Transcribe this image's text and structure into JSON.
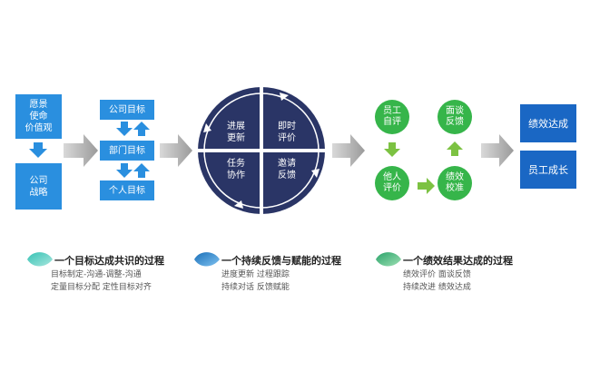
{
  "section1": {
    "mission": "愿景\n使命\n价值观",
    "strategy": "公司\n战略",
    "company_goal": "公司目标",
    "dept_goal": "部门目标",
    "personal_goal": "个人目标",
    "title": "一个目标达成共识的过程",
    "line1": "目标制定-沟通-调整-沟通",
    "line2": "定量目标分配  定性目标对齐"
  },
  "section2": {
    "q1": "进展\n更新",
    "q2": "即时\n评价",
    "q3": "任务\n协作",
    "q4": "邀请\n反馈",
    "title": "一个持续反馈与赋能的过程",
    "line1": "进度更新  过程跟踪",
    "line2": "持续对话  反馈赋能"
  },
  "section3": {
    "self_eval": "员工\n自评",
    "interview": "面谈\n反馈",
    "other_eval": "他人\n评价",
    "calibration": "绩效\n校准",
    "title": "一个绩效结果达成的过程",
    "line1": "绩效评价  面谈反馈",
    "line2": "持续改进  绩效达成"
  },
  "section4": {
    "achieve": "绩效达成",
    "growth": "员工成长"
  },
  "colors": {
    "blue": "#2a8fdf",
    "dark_blue": "#1a67c4",
    "navy": "#2a3566",
    "green": "#36b54a",
    "arrow_gray": "#a6a6a6"
  }
}
